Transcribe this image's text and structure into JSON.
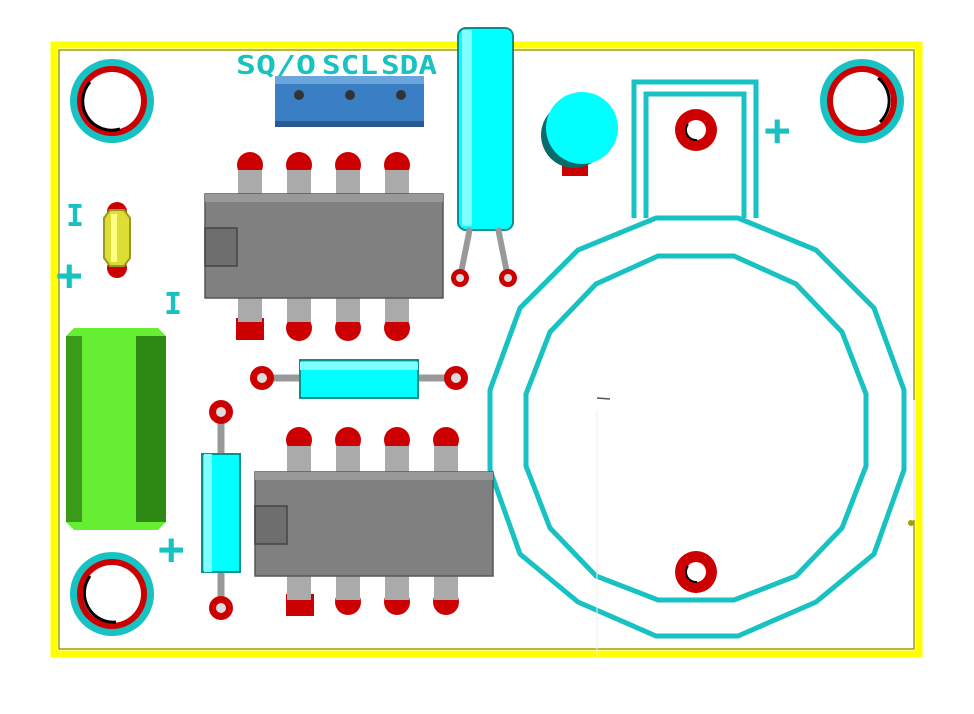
{
  "header": {
    "pins": [
      "SQ/O",
      "SCL",
      "SDA"
    ]
  },
  "markings": {
    "plus": "+",
    "minus": "I"
  },
  "colors": {
    "board_outline": "#ffff00",
    "silkscreen": "#19c2c2",
    "pad": "#cc0000",
    "ic_body": "#808080",
    "header_body": "#3a7fc4",
    "resistor": "#00ffff",
    "electrolytic": "#66ee33",
    "crystal": "#dddd33"
  },
  "icons": [
    "mounting-hole-icon",
    "ic-notch-icon"
  ]
}
